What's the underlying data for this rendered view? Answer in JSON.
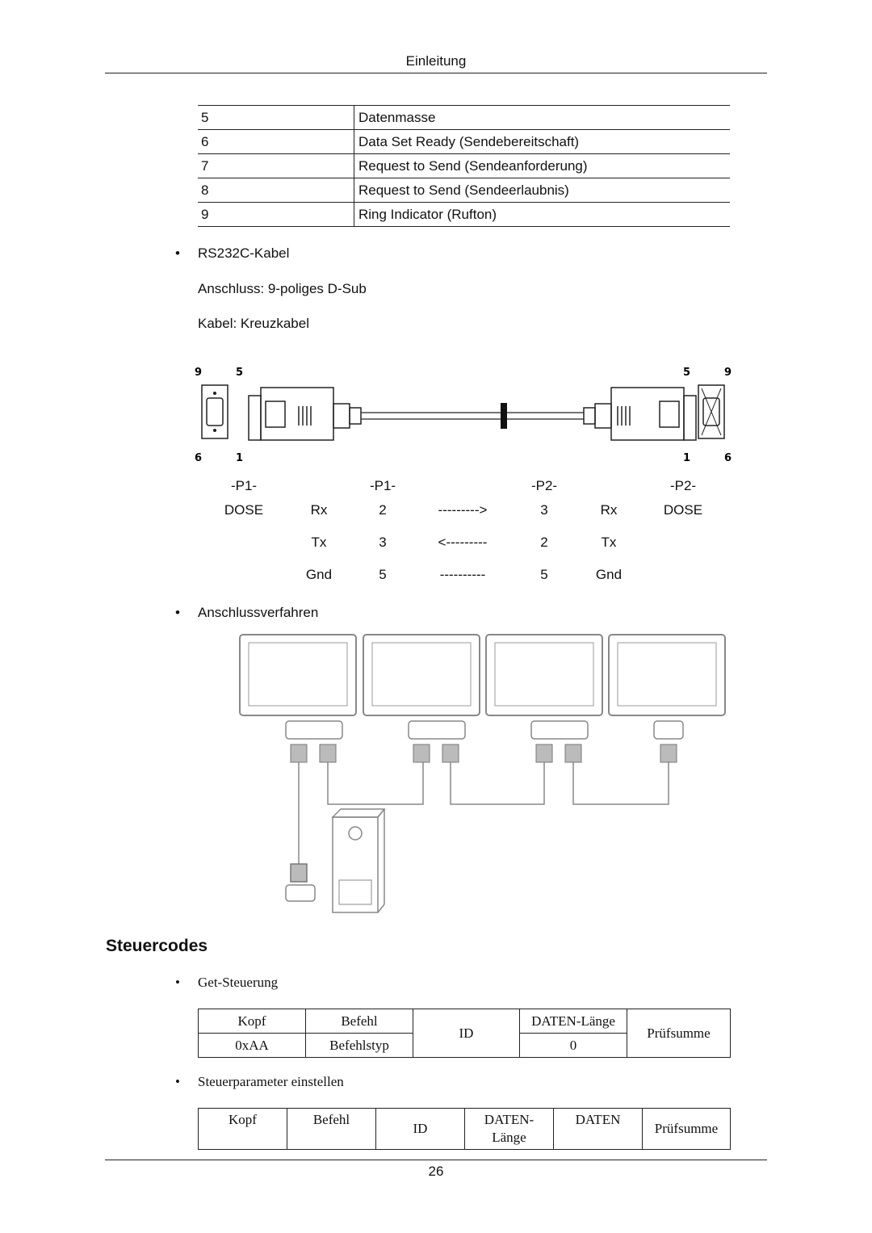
{
  "header": {
    "title": "Einleitung"
  },
  "pin_table": [
    {
      "num": "5",
      "desc": "Datenmasse"
    },
    {
      "num": "6",
      "desc": "Data Set Ready (Sendebereitschaft)"
    },
    {
      "num": "7",
      "desc": "Request to Send (Sendeanforderung)"
    },
    {
      "num": "8",
      "desc": "Request to Send (Sendeerlaubnis)"
    },
    {
      "num": "9",
      "desc": "Ring Indicator (Rufton)"
    }
  ],
  "cable": {
    "bullet": "•",
    "title": "RS232C-Kabel",
    "connector": "Anschluss: 9-poliges D-Sub",
    "cable_type": "Kabel: Kreuzkabel",
    "pin_labels": {
      "top_left_a": "9",
      "top_left_b": "5",
      "bottom_left_a": "6",
      "bottom_left_b": "1",
      "top_right_a": "5",
      "top_right_b": "9",
      "bottom_right_a": "1",
      "bottom_right_b": "6"
    }
  },
  "wiring": {
    "headers": [
      "-P1-",
      "-P1-",
      "-P2-",
      "-P2-"
    ],
    "dose_left": "DOSE",
    "dose_right": "DOSE",
    "rows": [
      {
        "sig_left": "Rx",
        "pin_left": "2",
        "arrow": "--------->",
        "pin_right": "3",
        "sig_right": "Rx"
      },
      {
        "sig_left": "Tx",
        "pin_left": "3",
        "arrow": "<---------",
        "pin_right": "2",
        "sig_right": "Tx"
      },
      {
        "sig_left": "Gnd",
        "pin_left": "5",
        "arrow": "----------",
        "pin_right": "5",
        "sig_right": "Gnd"
      }
    ]
  },
  "connection": {
    "bullet": "•",
    "title": "Anschlussverfahren"
  },
  "steuercodes": {
    "heading": "Steuercodes",
    "get": {
      "bullet": "•",
      "title": "Get-Steuerung",
      "cols": {
        "kopf": "Kopf",
        "befehl": "Befehl",
        "id": "ID",
        "laenge": "DATEN-Länge",
        "pruef": "Prüfsumme"
      },
      "vals": {
        "kopf": "0xAA",
        "befehl": "Befehlstyp",
        "laenge": "0"
      }
    },
    "set": {
      "bullet": "•",
      "title": "Steuerparameter einstellen",
      "cols": {
        "kopf": "Kopf",
        "befehl": "Befehl",
        "id": "ID",
        "laenge_a": "DATEN-",
        "laenge_b": "Länge",
        "daten": "DATEN",
        "pruef": "Prüfsumme"
      }
    }
  },
  "footer": {
    "page_number": "26"
  }
}
